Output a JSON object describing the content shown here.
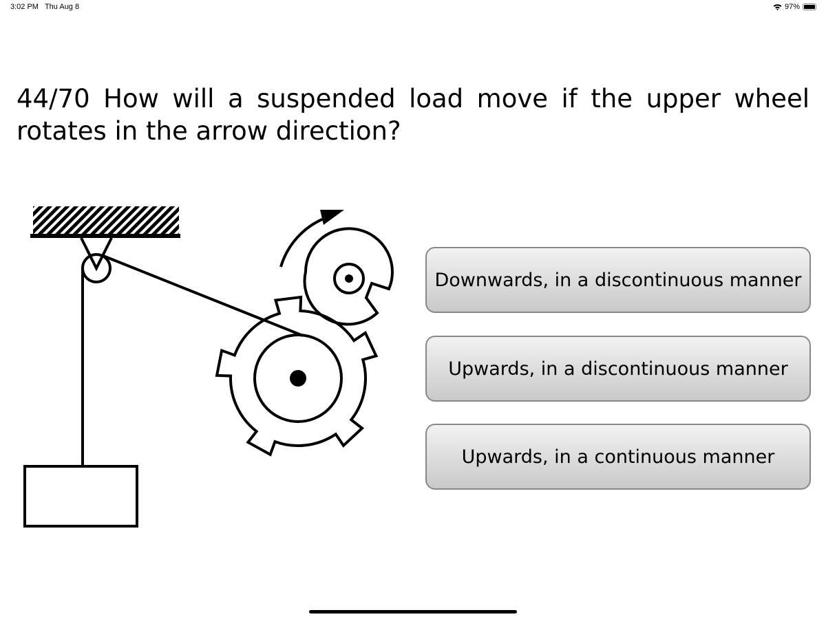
{
  "status_bar": {
    "time": "3:02 PM",
    "date": "Thu Aug 8",
    "battery": "97%",
    "battery_level": 0.97
  },
  "question": {
    "text": "44/70 How will a suspended load move if the upper wheel rotates in the arrow direction?"
  },
  "answers": [
    {
      "label": "Downwards, in a discontinuous manner"
    },
    {
      "label": "Upwards, in a discontinuous manner"
    },
    {
      "label": "Upwards, in a continuous manner"
    }
  ]
}
